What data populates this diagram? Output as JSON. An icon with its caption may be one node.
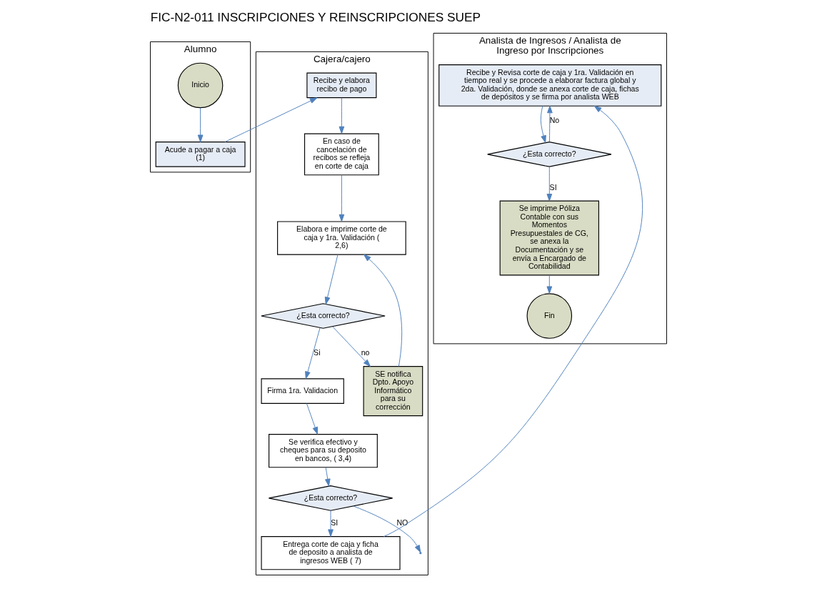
{
  "diagram": {
    "title": "FIC-N2-011 INSCRIPCIONES Y REINSCRIPCIONES SUEP",
    "nodes": [
      {
        "text": [
          "Alumno"
        ]
      },
      {
        "text": [
          "Cajera/cajero"
        ]
      },
      {
        "text": [
          "Analista de Ingresos / Analista de Ingreso por Inscripciones"
        ]
      },
      {
        "text": [
          "Inicio"
        ],
        "in": 0
      },
      {
        "text": [
          "Acude a pagar a caja (1)"
        ],
        "in": 0
      },
      {
        "text": [
          "Recibe y elabora recibo de pago"
        ],
        "in": 1
      },
      {
        "text": [
          "En caso de cancelación de recibos se refleja en corte de caja"
        ],
        "in": 1
      },
      {
        "text": [
          "Elabora e imprime corte de caja y 1ra. Validación ( 2,6)"
        ],
        "in": 1
      },
      {
        "text": [
          "¿Esta correcto?"
        ],
        "in": 1
      },
      {
        "text": [
          "SE notifica Dpto. Apoyo Informático para su corrección"
        ],
        "in": 1
      },
      {
        "text": [
          "Firma 1ra. Validacion"
        ],
        "in": 1
      },
      {
        "text": [
          "Se verifica efectivo y cheques para su deposito en bancos, ( 3,4)"
        ],
        "in": 1
      },
      {
        "text": [
          "¿Esta correcto?"
        ],
        "in": 1
      },
      {
        "text": [
          "Entrega corte de caja y ficha de deposito a analista de ingresos WEB ( 7)"
        ],
        "in": 1
      },
      {
        "text": [
          "Recibe y Revisa corte de caja y 1ra. Validación en tiempo real y se procede a elaborar factura global y 2da. Validación, donde se anexa corte de caja, fichas de depósitos y se firma por analista WEB"
        ],
        "in": 2
      },
      {
        "text": [
          "¿Esta correcto?"
        ],
        "in": 2
      },
      {
        "text": [
          "Se imprime Póliza Contable con sus Momentos Presupuestales de CG, se anexa la Documentación y se envía a Encargado de Contabilidad"
        ],
        "in": 2
      },
      {
        "text": [
          "Fin"
        ],
        "in": 2
      }
    ],
    "edges": [
      {
        "from": 3,
        "to": 4,
        "arrow": "to"
      },
      {
        "from": 4,
        "to": 5,
        "arrow": "to"
      },
      {
        "from": 5,
        "to": 6,
        "arrow": "to"
      },
      {
        "from": 6,
        "to": 7,
        "arrow": "to"
      },
      {
        "from": 7,
        "to": 8,
        "arrow": "to"
      },
      {
        "from": 8,
        "to": 9,
        "arrow": "to",
        "label": "no"
      },
      {
        "from": 8,
        "to": 10,
        "arrow": "to",
        "label": "Si"
      },
      {
        "from": 9,
        "to": 7,
        "arrow": "to"
      },
      {
        "from": 10,
        "to": 11,
        "arrow": "to"
      },
      {
        "from": 11,
        "to": 12,
        "arrow": "to"
      },
      {
        "from": 12,
        "to": null,
        "arrow": "to",
        "label": "NO"
      },
      {
        "from": 12,
        "to": 13,
        "arrow": "to",
        "label": "SI"
      },
      {
        "from": 13,
        "to": 14,
        "arrow": "to"
      },
      {
        "from": 14,
        "to": 15,
        "arrow": "to"
      },
      {
        "from": 15,
        "to": 14,
        "arrow": "to",
        "label": "No"
      },
      {
        "from": 15,
        "to": 16,
        "arrow": "to",
        "label": "SI"
      },
      {
        "from": 16,
        "to": 17,
        "arrow": "to"
      }
    ]
  }
}
